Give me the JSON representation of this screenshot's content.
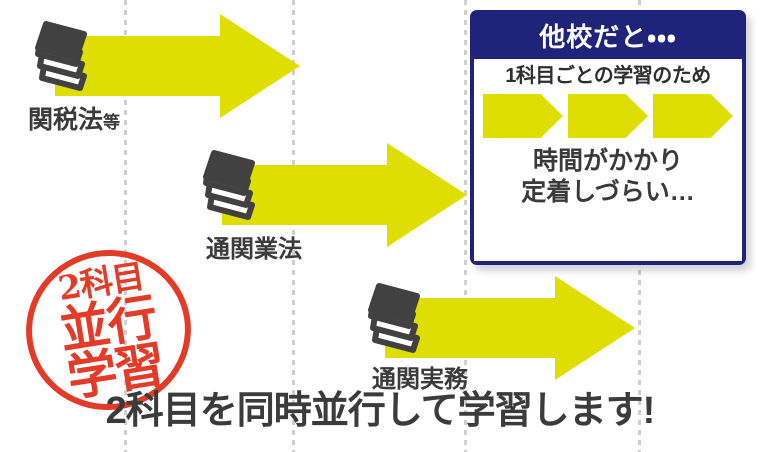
{
  "palette": {
    "arrow_yellow": "#DEDE00",
    "navy": "#1F2379",
    "stamp_red": "#E23B28",
    "text_gray": "#3B3B3B",
    "book_dark": "#414141",
    "guide_gray": "#CFCFCF",
    "background": "#FFFFFF"
  },
  "flow": {
    "arrows": [
      {
        "label_main": "関税法",
        "label_suffix": "等",
        "icon": "book-stack-icon"
      },
      {
        "label_main": "通関業法",
        "label_suffix": "",
        "icon": "book-stack-icon"
      },
      {
        "label_main": "通関実務",
        "label_suffix": "",
        "icon": "book-stack-icon"
      }
    ]
  },
  "compare_box": {
    "header": "他校だと・・・",
    "line_1": "1科目ごとの学習のため",
    "mini_arrow_count": 3,
    "line_2a": "時間がかかり",
    "line_2b": "定着しづらい…"
  },
  "stamp": {
    "top": "2科目",
    "chars": [
      "並",
      "行",
      "学",
      "習"
    ]
  },
  "headline": "2科目を同時並行して学習します!"
}
